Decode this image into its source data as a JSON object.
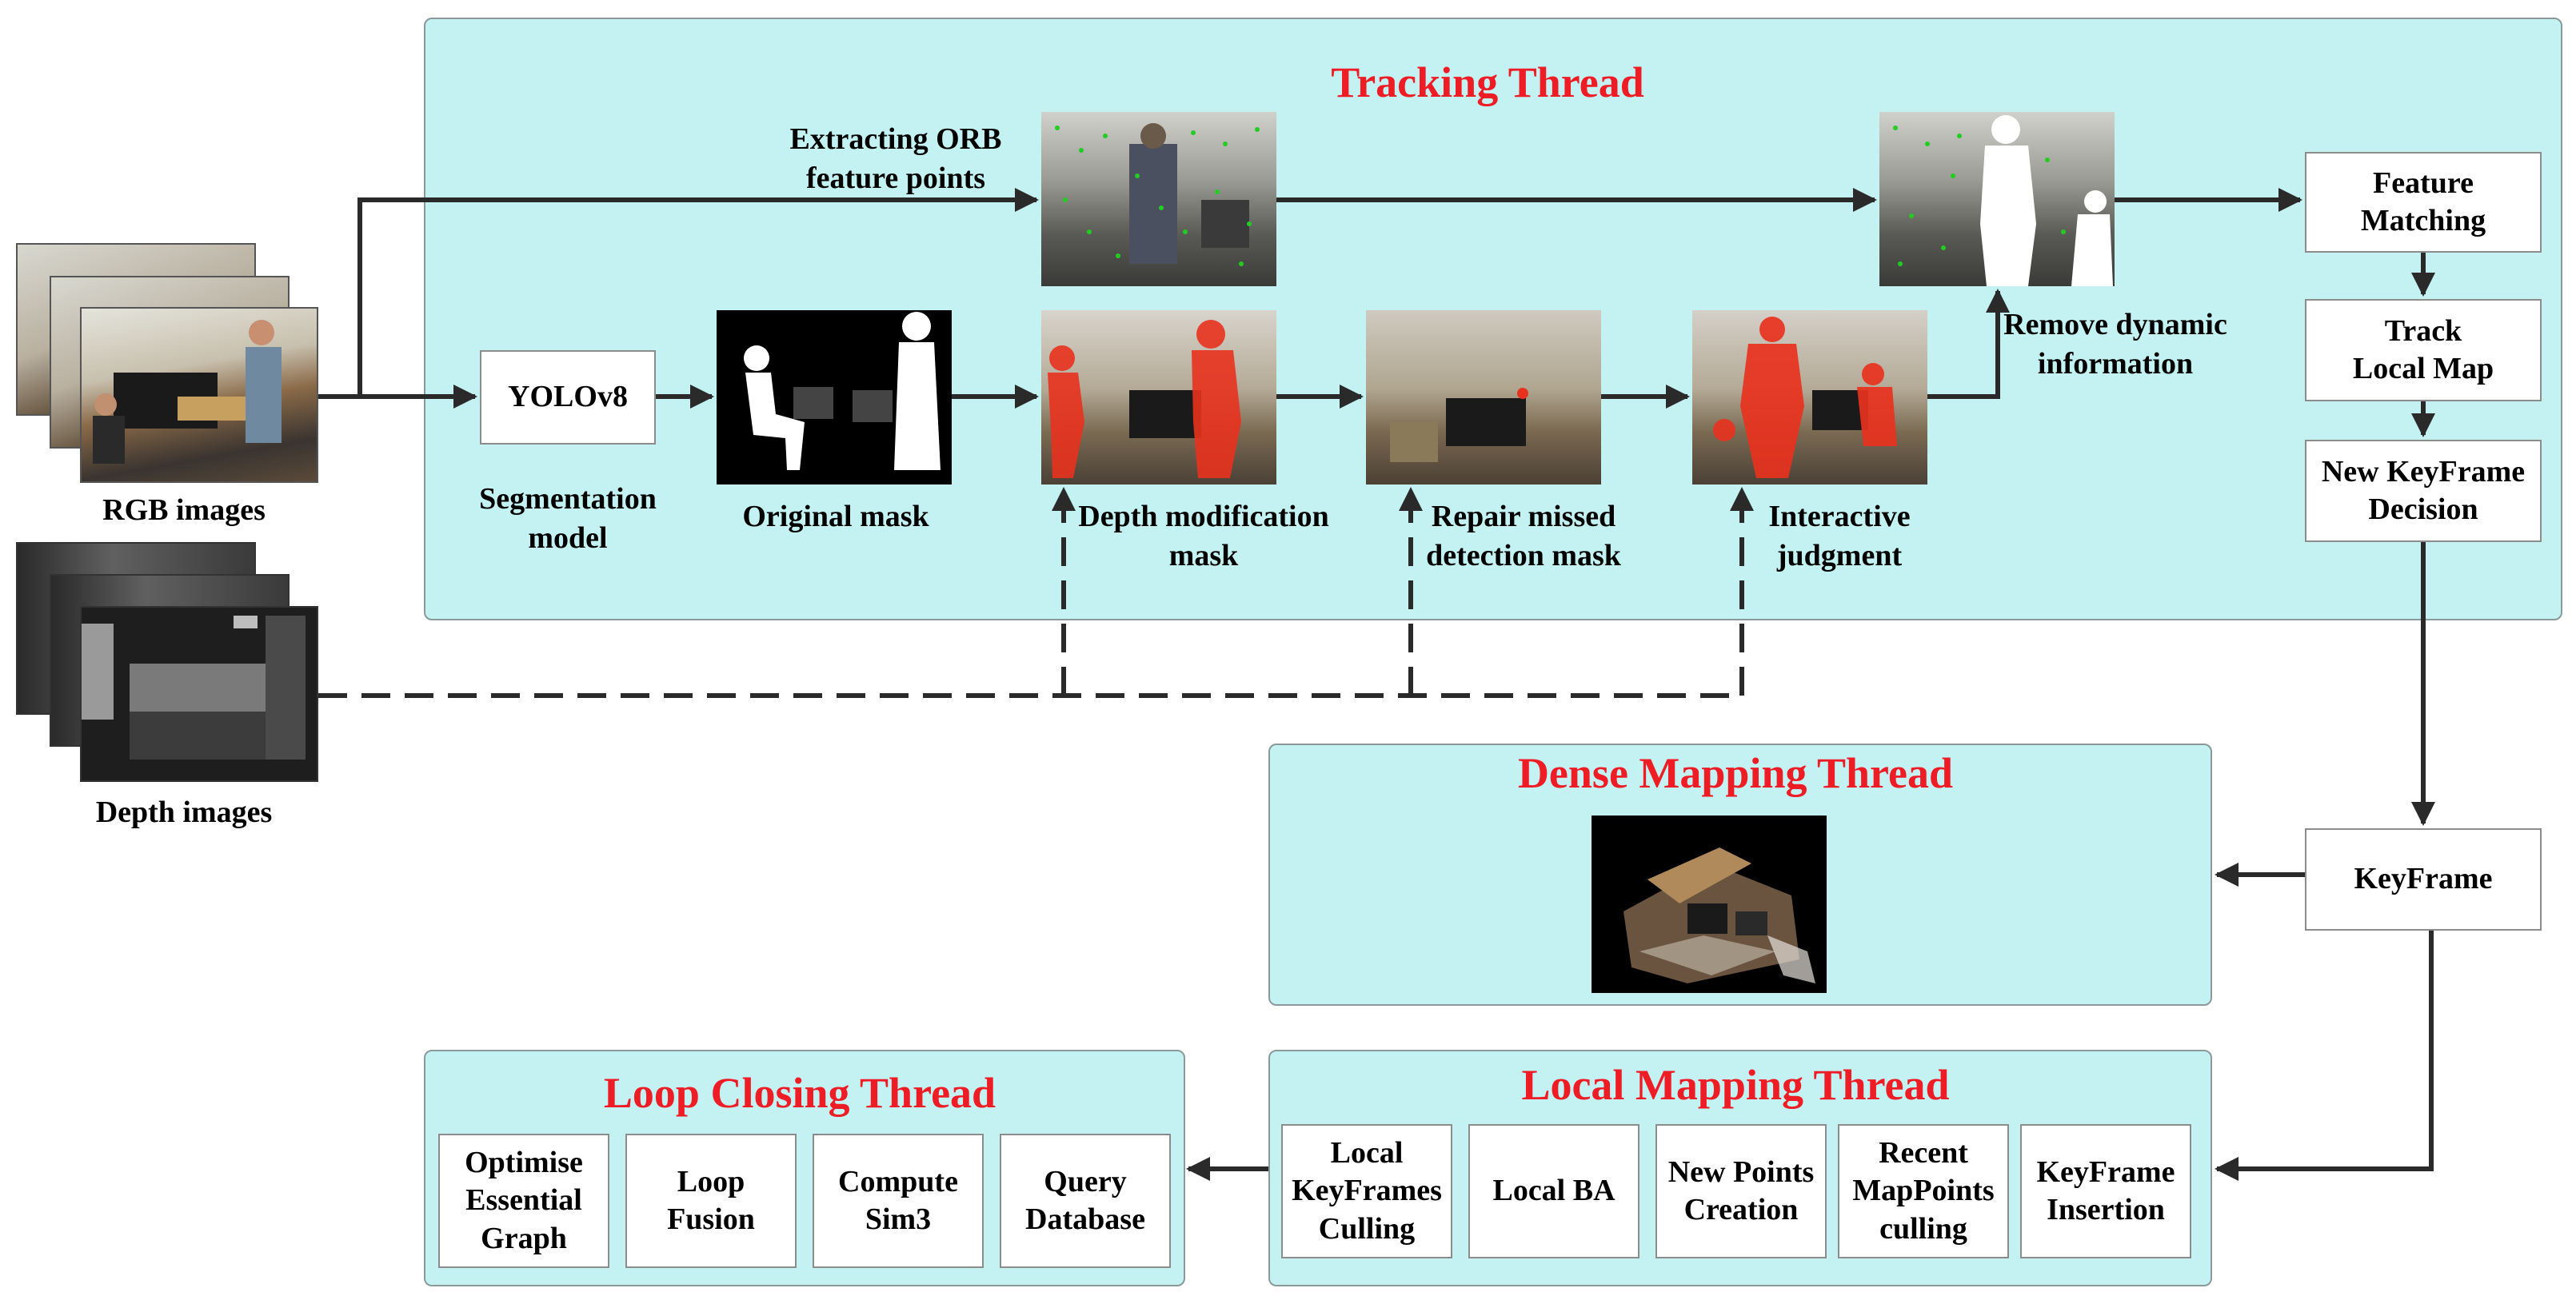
{
  "tracking": {
    "title": "Tracking Thread",
    "yolo": "YOLOv8",
    "segmentation_label": "Segmentation\nmodel",
    "original_mask_label": "Original mask",
    "orb_label": "Extracting ORB\nfeature points",
    "depth_mod_label": "Depth modification\nmask",
    "repair_label": "Repair missed\ndetection mask",
    "interactive_label": "Interactive\njudgment",
    "remove_label": "Remove dynamic\ninformation",
    "feature_matching": "Feature\nMatching",
    "track_local_map": "Track\nLocal Map",
    "new_keyframe_decision": "New KeyFrame\nDecision"
  },
  "inputs": {
    "rgb_label": "RGB images",
    "depth_label": "Depth images"
  },
  "keyframe": "KeyFrame",
  "dense": {
    "title": "Dense Mapping Thread"
  },
  "local_mapping": {
    "title": "Local Mapping Thread",
    "boxes": [
      "Local\nKeyFrames\nCulling",
      "Local BA",
      "New Points\nCreation",
      "Recent\nMapPoints\nculling",
      "KeyFrame\nInsertion"
    ]
  },
  "loop_closing": {
    "title": "Loop Closing Thread",
    "boxes": [
      "Optimise\nEssential\nGraph",
      "Loop\nFusion",
      "Compute\nSim3",
      "Query\nDatabase"
    ]
  },
  "colors": {
    "panel_fill": "#c4f2f2",
    "title_red": "#ee1c25",
    "arrow": "#2a2a2a",
    "mask_red": "#e8321e",
    "feature_green": "#22cc22"
  }
}
